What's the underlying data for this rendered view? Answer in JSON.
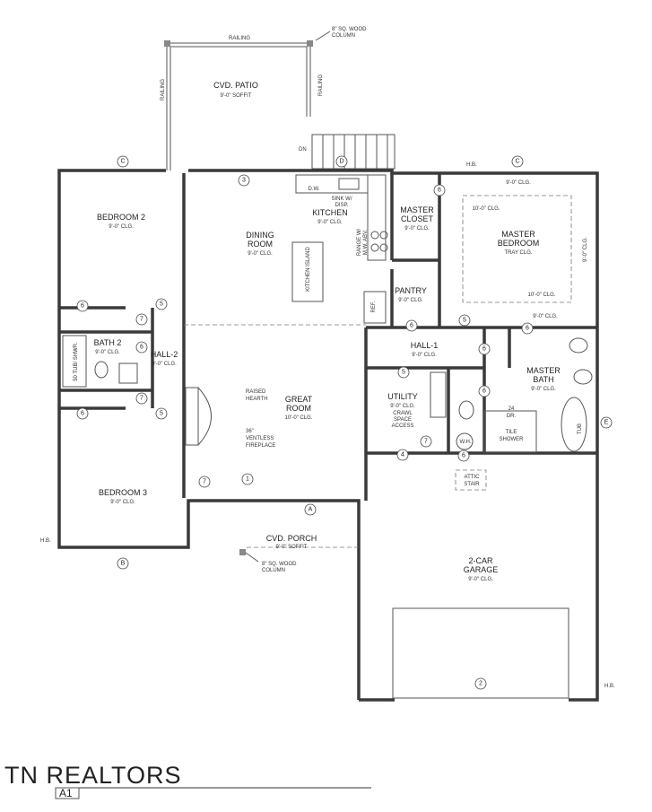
{
  "patio": {
    "name": "CVD. PATIO",
    "sub": "9'-0\" SOFFIT",
    "railing": "RAILING",
    "column_note_1": "8\" SQ. WOOD",
    "column_note_2": "COLUMN",
    "dn": "DN"
  },
  "rooms": {
    "bedroom2": {
      "name": "BEDROOM 2",
      "sub": "9'-0\" CLG."
    },
    "dining": {
      "name_1": "DINING",
      "name_2": "ROOM",
      "sub": "9'-0\" CLG."
    },
    "kitchen": {
      "name": "KITCHEN",
      "sub": "9'-0\" CLG.",
      "island": "KITCHEN ISLAND",
      "sink_1": "SINK W/",
      "sink_2": "DISP.",
      "dw": "D.W.",
      "range_1": "RANGE W/",
      "range_2": "M.W. ABV.",
      "ref": "REF."
    },
    "master_closet": {
      "name_1": "MASTER",
      "name_2": "CLOSET",
      "sub": "9'-0\" CLG."
    },
    "master_bedroom": {
      "name_1": "MASTER",
      "name_2": "BEDROOM",
      "sub": "TRAY CLG.",
      "clg_top": "9'-0\" CLG.",
      "clg_inner": "10'-0\" CLG.",
      "clg_inner2": "10'-0\" CLG.",
      "clg_bottom": "9'-0\" CLG.",
      "clg_side": "9'-0\" CLG."
    },
    "pantry": {
      "name": "PANTRY",
      "sub": "9'-0\" CLG."
    },
    "bath2": {
      "name": "BATH 2",
      "sub": "9'-0\" CLG.",
      "tub": "50 TUB/ SHWR."
    },
    "hall2": {
      "name": "HALL-2",
      "sub": "9'-0\" CLG."
    },
    "hall1": {
      "name": "HALL-1",
      "sub": "9'-0\" CLG."
    },
    "great": {
      "name_1": "GREAT",
      "name_2": "ROOM",
      "sub": "10'-0\" CLG.",
      "hearth_1": "RAISED",
      "hearth_2": "HEARTH",
      "fp_1": "36\"",
      "fp_2": "VENTLESS",
      "fp_3": "FIREPLACE"
    },
    "utility": {
      "name": "UTILITY",
      "sub": "9'-0\" CLG.",
      "crawl_1": "CRAWL",
      "crawl_2": "SPACE",
      "crawl_3": "ACCESS",
      "wh": "W.H."
    },
    "master_bath": {
      "name_1": "MASTER",
      "name_2": "BATH",
      "sub": "9'-0\" CLG.",
      "tub": "TUB",
      "dr_1": "24",
      "dr_2": "DR.",
      "shower_1": "TILE",
      "shower_2": "SHOWER",
      "attic_1": "ATTIC",
      "attic_2": "STAIR"
    },
    "bedroom3": {
      "name": "BEDROOM 3",
      "sub": "9'-0\" CLG."
    },
    "porch": {
      "name": "CVD. PORCH",
      "sub": "9'-0\" SOFFIT",
      "col_1": "8\" SQ. WOOD",
      "col_2": "COLUMN"
    },
    "garage": {
      "name_1": "2-CAR",
      "name_2": "GARAGE",
      "sub": "9'-0\" CLG."
    }
  },
  "markers": {
    "c": "C",
    "d": "D",
    "a": "A",
    "b": "B",
    "e": "E",
    "hb": "H.B."
  },
  "door_tags": [
    "1",
    "2",
    "3",
    "4",
    "5",
    "6",
    "7"
  ],
  "footer": {
    "logo": "TN REALTORS",
    "sheet": "A1"
  }
}
